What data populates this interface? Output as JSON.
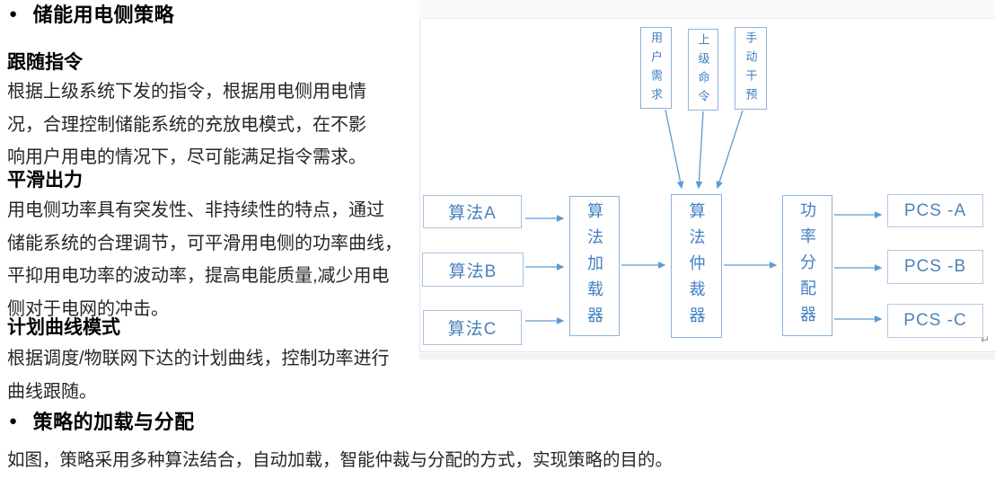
{
  "content": {
    "header1": {
      "bullet": "●",
      "text": "储能用电侧策略"
    },
    "blocks": [
      {
        "subtitle": "跟随指令",
        "lines": [
          "根据上级系统下发的指令，根据用电侧用电情",
          "况，合理控制储能系统的充放电模式，在不影",
          "响用户用电的情况下，尽可能满足指令需求。"
        ]
      },
      {
        "subtitle": "平滑出力",
        "lines": [
          "用电侧功率具有突发性、非持续性的特点，通过",
          "储能系统的合理调节，可平滑用电侧的功率曲线，",
          "平抑用电功率的波动率，提高电能质量,减少用电",
          "侧对于电网的冲击。"
        ]
      },
      {
        "subtitle": "计划曲线模式",
        "lines": [
          "根据调度/物联网下达的计划曲线，控制功率进行",
          "曲线跟随。"
        ]
      }
    ],
    "header2": {
      "bullet": "●",
      "text": "策略的加载与分配"
    },
    "footer_line": "如图，策略采用多种算法结合，自动加载，智能仲裁与分配的方式，实现策略的目的。"
  },
  "diagram": {
    "inputs_top": [
      {
        "label": "用户需求"
      },
      {
        "label": "上级命令"
      },
      {
        "label": "手动干预"
      }
    ],
    "algorithms": [
      "算法A",
      "算法B",
      "算法C"
    ],
    "loader": "算法加载器",
    "arbiter": "算法仲裁器",
    "distributor": "功率分配器",
    "outputs": [
      "PCS -A",
      "PCS -B",
      "PCS -C"
    ],
    "return_mark": "↵",
    "colors": {
      "arrow": "#5b9bd5",
      "tall_box_border": "#8fb2da",
      "small_box_border": "#a8c2e0",
      "pcs_box_border": "#b3c9e4",
      "box_text": "#3f7fc4",
      "body_text": "#262626"
    }
  }
}
